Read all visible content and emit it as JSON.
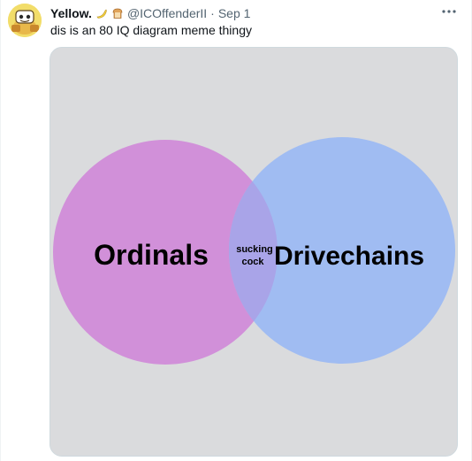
{
  "tweet": {
    "display_name": "Yellow.",
    "name_emojis": [
      "banana-icon",
      "bread-icon"
    ],
    "handle": "@ICOffenderII",
    "separator": "·",
    "time": "Sep 1",
    "text": "dis is an 80 IQ diagram meme thingy",
    "more_label": "···"
  },
  "image": {
    "left_circle": {
      "label": "Ordinals",
      "color": "#d190d9"
    },
    "right_circle": {
      "label": "Drivechains",
      "color": "#a0bcf2"
    },
    "overlap": {
      "line1": "sucking",
      "line2": "cock",
      "color": "#a9a4e8"
    },
    "background": "#dadbdd"
  },
  "colors": {
    "text_primary": "#0f1419",
    "text_secondary": "#536471",
    "border": "#cfd9de"
  }
}
